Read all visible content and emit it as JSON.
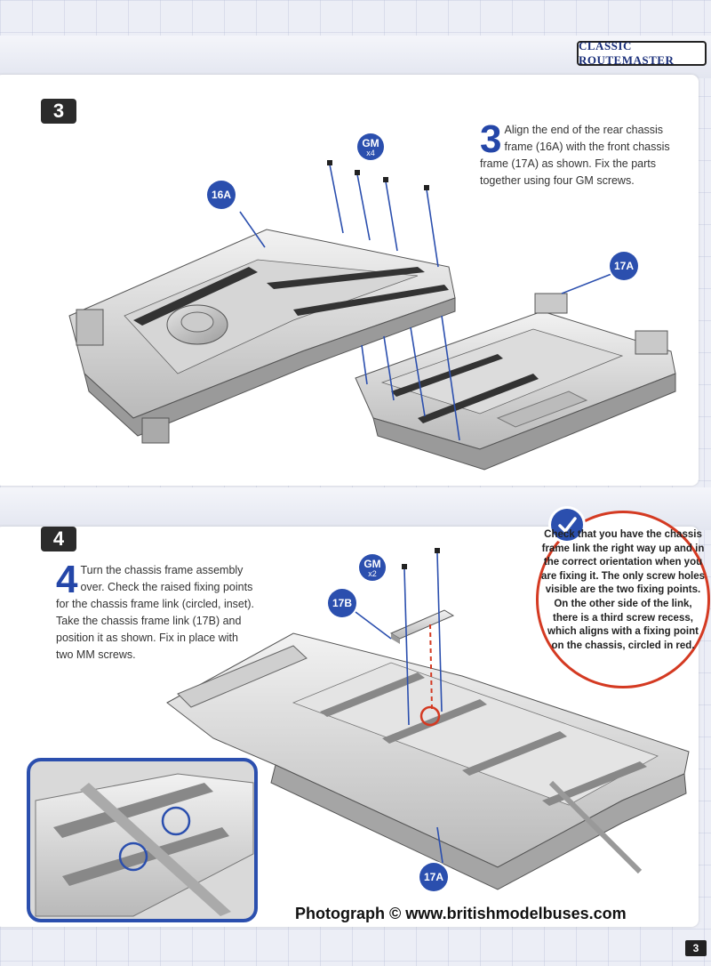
{
  "header": {
    "brand": "CLASSIC ROUTEMASTER"
  },
  "step3": {
    "number": "3",
    "dropcap": "3",
    "text": "Align the end of the rear chassis frame (16A) with the front chassis frame (17A) as shown. Fix the parts together using four GM screws.",
    "callouts": {
      "screw": "GM",
      "screw_qty": "x4",
      "part_a": "16A",
      "part_b": "17A"
    }
  },
  "step4": {
    "number": "4",
    "dropcap": "4",
    "text": "Turn the chassis frame assembly over. Check the raised fixing points for the chassis frame link (circled, inset). Take the chassis frame link (17B) and position it as shown. Fix in place with two MM screws.",
    "callouts": {
      "screw": "GM",
      "screw_qty": "x2",
      "part_a": "17B",
      "part_b": "17A"
    },
    "check_note": "Check that you have the chassis frame link the right way up and in the correct orientation when you are fixing it. The only screw holes visible are the two fixing points. On the other side of the link, there is a third screw recess, which aligns with a fixing point on the chassis, circled in red."
  },
  "footer": {
    "photo_credit": "Photograph © www.britishmodelbuses.com",
    "page_number": "3"
  }
}
